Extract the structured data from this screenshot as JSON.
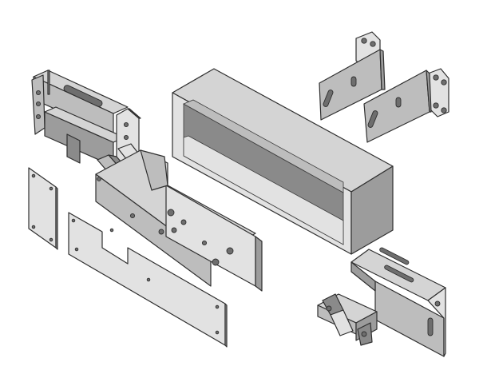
{
  "figure": {
    "background_color": "#ffffff",
    "part_colors": {
      "light": "#e2e2e2",
      "top": "#d4d4d4",
      "front": "#bdbdbd",
      "side": "#9c9c9c",
      "dark": "#8a8a8a",
      "outline": "#2f2f2f"
    },
    "parts": [
      "hinge-mechanism-assembly",
      "small-cover-plate",
      "notched-mounting-plate",
      "rectangular-sleeve-housing",
      "l-bracket-upper-left",
      "l-bracket-upper-right",
      "l-bracket-lower",
      "hinge-clip"
    ]
  }
}
